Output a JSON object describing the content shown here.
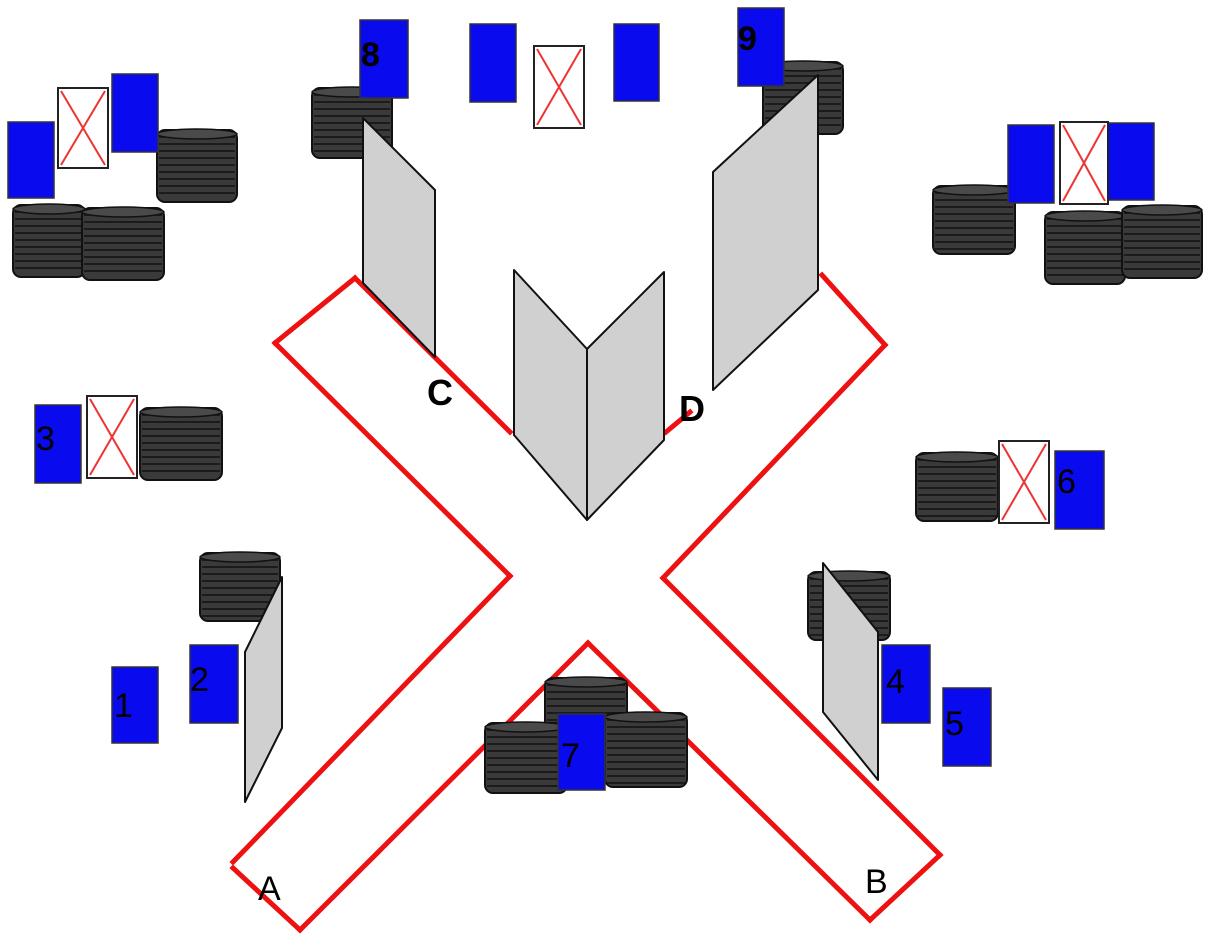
{
  "diagram": {
    "colors": {
      "road": "#ee1111",
      "box": "#0a0aee",
      "cross_box_stroke": "#ee3333",
      "tire": "#3a3a3a",
      "tire_line": "#111111",
      "panel": "#d0d0d0"
    },
    "road_labels": {
      "a": "A",
      "b": "B",
      "c": "C",
      "d": "D"
    },
    "position_numbers": {
      "n1": "1",
      "n2": "2",
      "n3": "3",
      "n4": "4",
      "n5": "5",
      "n6": "6",
      "n7": "7",
      "n8": "8",
      "n9": "9"
    }
  }
}
